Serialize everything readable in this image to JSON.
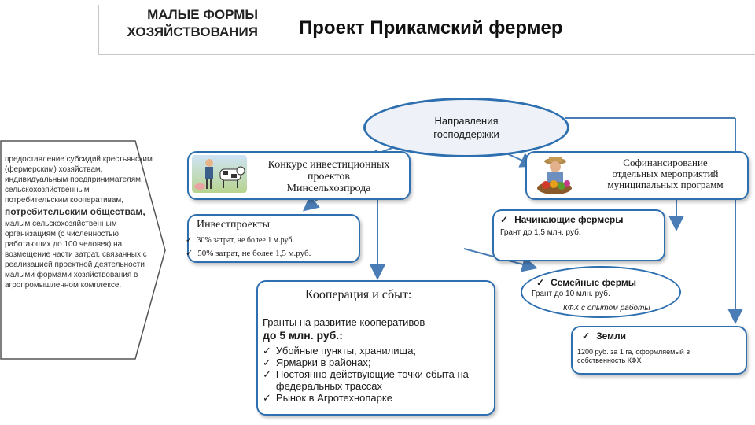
{
  "header": {
    "small_title_line1": "МАЛЫЕ ФОРМЫ",
    "small_title_line2": "ХОЗЯЙСТВОВАНИЯ",
    "main_title": "Проект Прикамский фермер"
  },
  "center": {
    "line1": "Направления",
    "line2": "господдержки"
  },
  "left_panel": {
    "text1": "предоставление субсидий крестьянским (фермерским) хозяйствам, индивидуальным предпринимателям, сельскохозяйственным потребительским кооперативам,",
    "text_underlined": "потребительским обществам,",
    "text2": "малым сельскохозяйственным организациям (с численностью работающих до 100 человек) на возмещение части затрат, связанных с реализацией проектной деятельности малыми формами хозяйствования в агропромышленном комплексе."
  },
  "contest": {
    "line1": "Конкурс инвестиционных",
    "line2": "проектов",
    "line3": "Минсельхозпрода"
  },
  "cofinancing": {
    "line1": "Софинансирование",
    "line2": "отдельных мероприятий",
    "line3": "муниципальных программ"
  },
  "invest": {
    "title": "Инвестпроекты",
    "items": [
      "30% затрат, не более 1 м.руб.",
      "50% затрат, не более 1,5 м.руб."
    ]
  },
  "beginners": {
    "title": "Начинающие фермеры",
    "sub": "Грант до 1,5 млн. руб."
  },
  "family": {
    "title": "Семейные фермы",
    "sub": "Грант до 10 млн. руб.",
    "kfh": "КФХ с опытом работы"
  },
  "land": {
    "title": "Земли",
    "sub": "1200 руб. за 1 га, оформляемый в собственность КФХ"
  },
  "coop": {
    "title": "Кооперация и сбыт:",
    "grants": "Гранты на развитие кооперативов",
    "amount": "до 5 млн. руб.",
    "amount_suffix": ":",
    "items": [
      "Убойные пункты, хранилища;",
      "Ярмарки в районах;",
      "Постоянно действующие точки сбыта на федеральных трассах",
      "Рынок в Агротехнопарке"
    ]
  },
  "colors": {
    "border": "#2e6fb0",
    "arrow": "#4a7db5",
    "title_line": "#c8c8c8"
  },
  "icons": {
    "check": "✓"
  }
}
